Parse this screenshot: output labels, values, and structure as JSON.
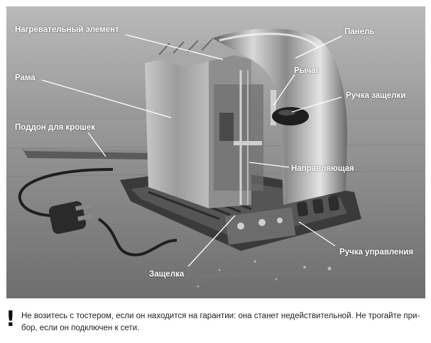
{
  "labels": {
    "heating_element": "Нагревательный элемент",
    "panel": "Панель",
    "frame": "Рама",
    "lever": "Рычаг",
    "latch_handle": "Ручка защелки",
    "crumb_tray": "Поддон для крошек",
    "guide": "Направляющая",
    "control_knob": "Ручка управления",
    "latch": "Защелка"
  },
  "caption": {
    "text": "Не возитесь с тостером, если он находится на гарантии: она станет недействительной. Не трогайте при-бор, если он подключен к сети.",
    "mark": "!"
  },
  "colors": {
    "label_text": "#ffffff",
    "leader_line": "#ffffff",
    "caption_text": "#222222"
  }
}
